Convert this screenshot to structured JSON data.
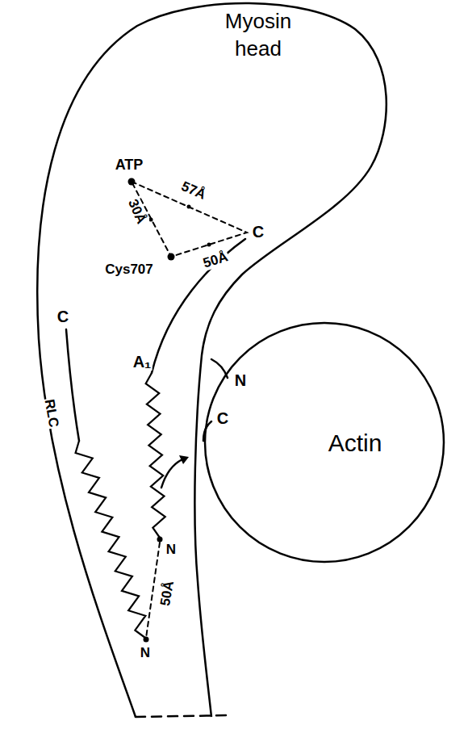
{
  "diagram": {
    "nodes": [
      {
        "text": [
          "Myosin head"
        ]
      },
      {
        "text": [
          "Actin"
        ]
      }
    ],
    "labels": [
      "ATP",
      "57Å",
      "30Å",
      "C",
      "Cys707",
      "50Å",
      "A₁",
      "RLC",
      "C",
      "N",
      "C",
      "N",
      "N",
      "50Å"
    ]
  }
}
